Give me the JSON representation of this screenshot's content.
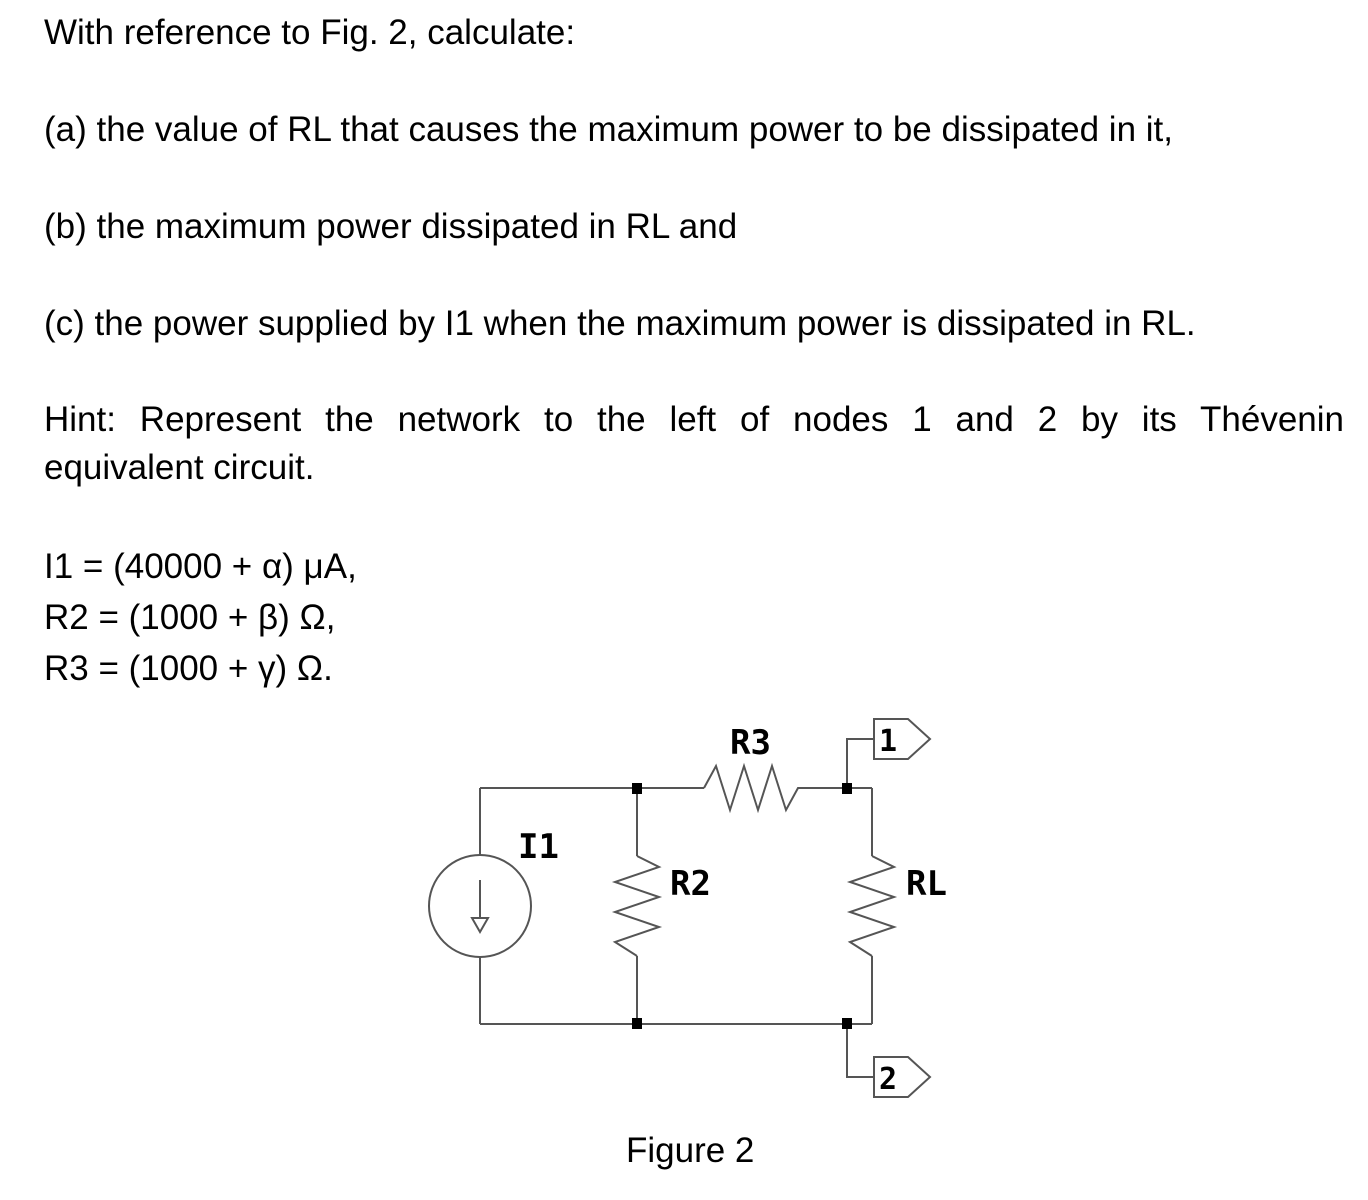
{
  "question": {
    "intro": "With reference to Fig. 2, calculate:",
    "part_a": "(a) the value of RL that causes the maximum power to be dissipated in it,",
    "part_b": "(b) the maximum power dissipated in RL and",
    "part_c": "(c) the power supplied by I1 when the maximum power is dissipated in RL.",
    "hint_line1": "Hint: Represent the network to the left of nodes 1 and 2 by its Thévenin",
    "hint_line2": "equivalent circuit."
  },
  "parameters": {
    "i1": "I1 = (40000 + α) μA,",
    "r2": "R2 = (1000 + β) Ω,",
    "r3": "R3 = (1000 + γ) Ω."
  },
  "figure": {
    "caption": "Figure 2",
    "labels": {
      "i1": "I1",
      "r2": "R2",
      "r3": "R3",
      "rl": "RL",
      "node1": "1",
      "node2": "2"
    }
  }
}
